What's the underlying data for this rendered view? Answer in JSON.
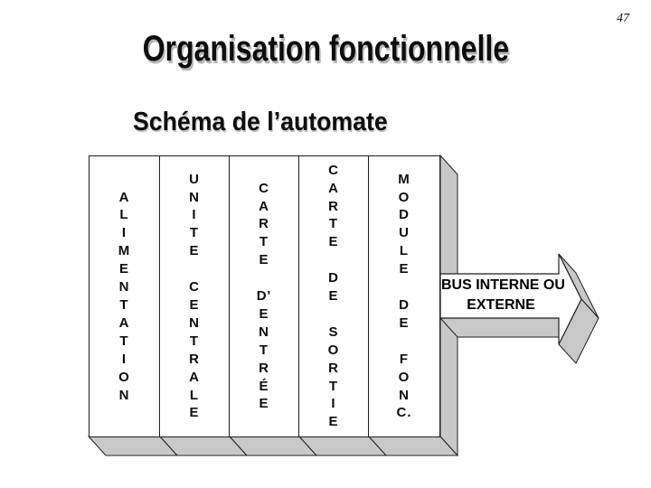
{
  "page": {
    "number": "47"
  },
  "header": {
    "title": "Organisation fonctionnelle",
    "subtitle": "Schéma de l’automate"
  },
  "colors": {
    "gray_3d": "#c8c8c8",
    "outline": "#1f1f1f",
    "ink": "#0d0d0d",
    "title_shadow": "#b5b5b5"
  },
  "diagram": {
    "panels": [
      {
        "name": "ALIMENTATION",
        "rows": [
          "A",
          "L",
          "I",
          "M",
          "E",
          "N",
          "T",
          "A",
          "T",
          "I",
          "O",
          "N"
        ]
      },
      {
        "name": "UNITE CENTRALE",
        "rows": [
          "U",
          "N",
          "I",
          "T",
          "E",
          "",
          "C",
          "E",
          "N",
          "T",
          "R",
          "A",
          "L",
          "E"
        ]
      },
      {
        "name": "CARTE D'ENTRÉE",
        "rows": [
          "C",
          "A",
          "R",
          "T",
          "E",
          "",
          "D'",
          "E",
          "N",
          "T",
          "R",
          "É",
          "E"
        ]
      },
      {
        "name": "CARTE DE SORTIE",
        "rows": [
          "C",
          "A",
          "R",
          "T",
          "E",
          "",
          "D",
          "E",
          "",
          "S",
          "O",
          "R",
          "T",
          "I",
          "E"
        ]
      },
      {
        "name": "MODULE DE FONC.",
        "rows": [
          "M",
          "O",
          "D",
          "U",
          "L",
          "E",
          "",
          "D",
          "E",
          "",
          "F",
          "O",
          "N",
          "C."
        ]
      }
    ],
    "arrow": {
      "label_line1": "BUS INTERNE OU",
      "label_line2": "EXTERNE"
    }
  }
}
